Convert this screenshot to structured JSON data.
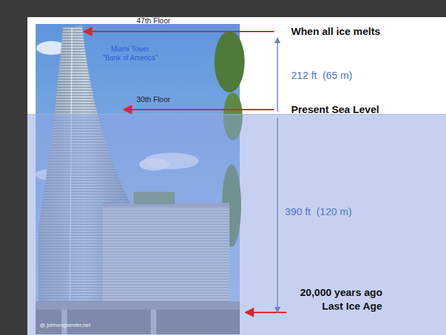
{
  "diagram": {
    "labels": [
      "47th Floor",
      "Miami Tower",
      "\"Bank of America\"",
      "30th Floor",
      "When all ice melts",
      "212 ft  (65 m)",
      "Present Sea Level",
      "390 ft  (120 m)",
      "20,000 years ago",
      "Last Ice Age",
      "@ johnenglander.net"
    ]
  }
}
